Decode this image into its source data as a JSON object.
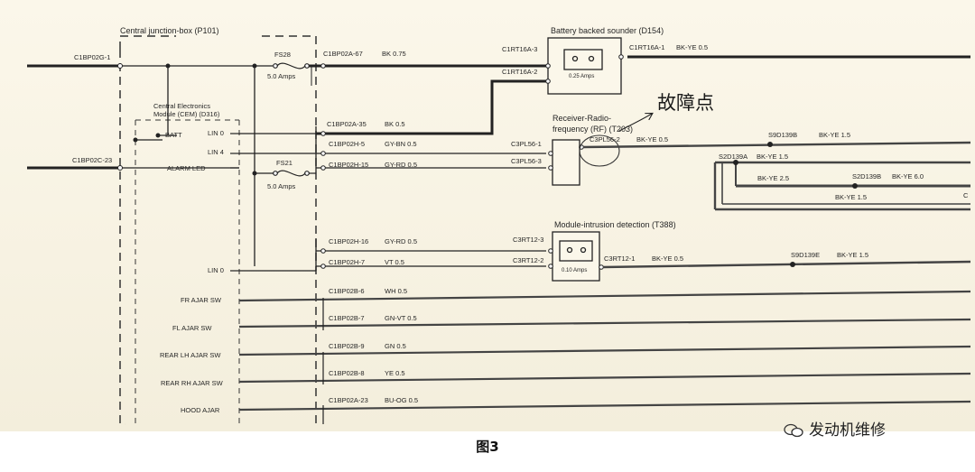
{
  "titles": {
    "junction_box": "Central junction-box (P101)",
    "cem": [
      "Central Electronics",
      "Module (CEM) (D316)"
    ],
    "sounder": "Battery backed sounder (D154)",
    "sounder_rating": "0.25 Amps",
    "receiver": [
      "Receiver-Radio-",
      "frequency (RF) (T203)"
    ],
    "intrusion": "Module-intrusion detection (T388)",
    "intrusion_rating": "0.10 Amps",
    "fs28": "FS28",
    "fs28_amps": "5.0 Amps",
    "fs21": "FS21",
    "fs21_amps": "5.0 Amps"
  },
  "left_labels": {
    "c1bp02g": "C1BP02G-1",
    "c1bp02c": "C1BP02C-23",
    "batt": "BATT",
    "lin0_a": "LIN 0",
    "lin4": "LIN 4",
    "alarm_led": "ALARM LED",
    "lin0_b": "LIN 0",
    "fr_ajar": "FR AJAR SW",
    "fl_ajar": "FL AJAR SW",
    "rear_lh": "REAR LH AJAR SW",
    "rear_rh": "REAR RH AJAR SW",
    "hood": "HOOD AJAR"
  },
  "wires": [
    {
      "pin": "C1BP02A-67",
      "color": "BK 0.75"
    },
    {
      "pin": "C1BP02A-35",
      "color": "BK 0.5"
    },
    {
      "pin": "C1BP02H-5",
      "color": "GY-BN 0.5"
    },
    {
      "pin": "C1BP02H-15",
      "color": "GY-RD 0.5"
    },
    {
      "pin": "C1BP02H-16",
      "color": "GY-RD 0.5"
    },
    {
      "pin": "C1BP02H-7",
      "color": "VT 0.5"
    },
    {
      "pin": "C1BP02B-6",
      "color": "WH 0.5"
    },
    {
      "pin": "C1BP02B-7",
      "color": "GN-VT 0.5"
    },
    {
      "pin": "C1BP02B-9",
      "color": "GN 0.5"
    },
    {
      "pin": "C1BP02B-8",
      "color": "YE 0.5"
    },
    {
      "pin": "C1BP02A-23",
      "color": "BU-OG 0.5"
    }
  ],
  "right_labels": {
    "c1rt16a3": "C1RT16A-3",
    "c1rt16a2": "C1RT16A-2",
    "c1rt16a1": "C1RT16A-1",
    "c1rt16a1_color": "BK-YE 0.5",
    "c3pl56_1": "C3PL56-1",
    "c3pl56_3": "C3PL56-3",
    "c3pl56_2": "C3PL56-2",
    "c3pl56_2_color": "BK-YE 0.5",
    "s9d139b": "S9D139B",
    "s9d139b_color": "BK-YE 1.5",
    "s2d139a": "S2D139A",
    "s2d139a_color": "BK-YE 1.5",
    "bkye25": "BK-YE 2.5",
    "s2d139b": "S2D139B",
    "s2d139b_color": "BK-YE 6.0",
    "bkye15": "BK-YE 1.5",
    "c3rt12_3": "C3RT12-3",
    "c3rt12_2": "C3RT12-2",
    "c3rt12_1": "C3RT12-1",
    "c3rt12_1_color": "BK-YE 0.5",
    "s9d139e": "S9D139E",
    "s9d139e_color": "BK-YE 1.5",
    "edge_c": "C"
  },
  "annotation": "故障点",
  "caption": "图3",
  "watermark": "发动机维修"
}
